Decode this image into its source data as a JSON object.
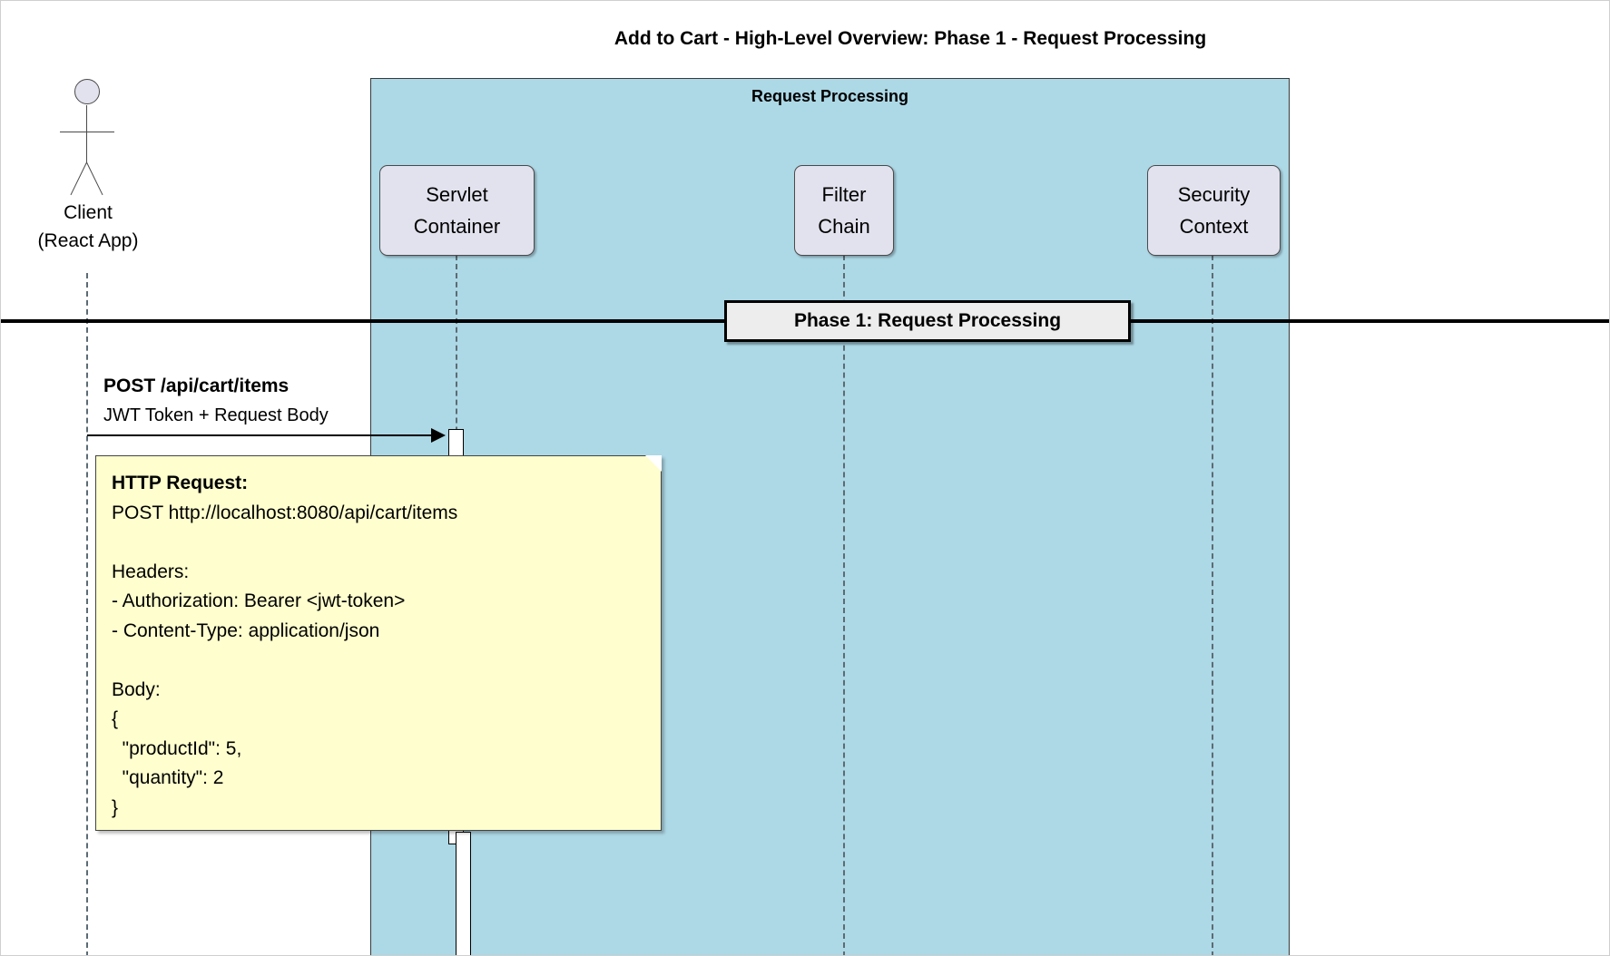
{
  "diagram": {
    "title": "Add to Cart - High-Level Overview: Phase 1 - Request Processing",
    "type": "uml-sequence-diagram"
  },
  "group": {
    "label": "Request Processing",
    "fill_color": "#ADD8E6"
  },
  "actor": {
    "name": "Client",
    "subtitle": "(React App)",
    "head_fill": "#E2E2EE"
  },
  "participants": [
    {
      "label_line1": "Servlet",
      "label_line2": "Container",
      "fill_color": "#E2E2EE"
    },
    {
      "label_line1": "Filter",
      "label_line2": "Chain",
      "fill_color": "#E2E2EE"
    },
    {
      "label_line1": "Security",
      "label_line2": "Context",
      "fill_color": "#E2E2EE"
    }
  ],
  "divider": {
    "label": "Phase 1: Request Processing",
    "fill_color": "#EDEDED"
  },
  "message": {
    "line1": "POST /api/cart/items",
    "line2": "JWT Token + Request Body",
    "from": "Client",
    "to": "Servlet Container"
  },
  "note": {
    "fill_color": "#FEFECE",
    "title": "HTTP Request:",
    "lines": [
      "POST http://localhost:8080/api/cart/items",
      "",
      "Headers:",
      "- Authorization: Bearer <jwt-token>",
      "- Content-Type: application/json",
      "",
      "Body:",
      "{",
      "  \"productId\": 5,",
      "  \"quantity\": 2",
      "}"
    ]
  }
}
